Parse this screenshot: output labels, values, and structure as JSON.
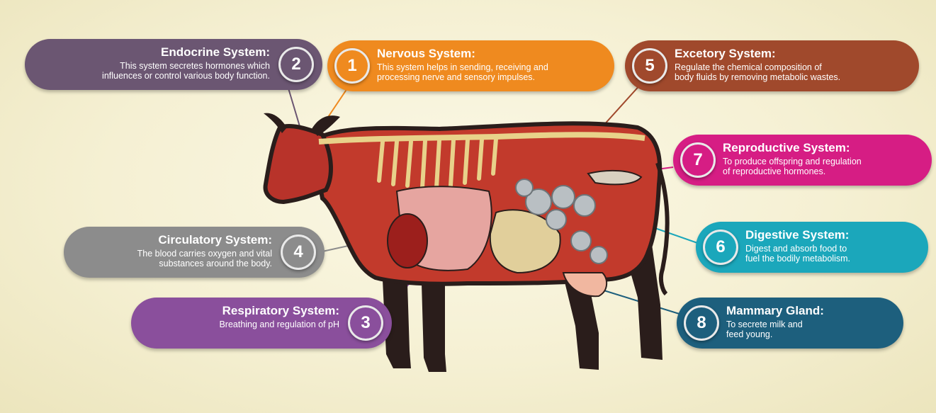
{
  "systems": {
    "nervous": {
      "num": "1",
      "title": "Nervous System:",
      "desc": "This system helps in sending, receiving and\nprocessing nerve and sensory impulses.",
      "color": "#ef8a1f"
    },
    "endocrine": {
      "num": "2",
      "title": "Endocrine System:",
      "desc": "This system secretes hormones which\ninfluences or control various body function.",
      "color": "#6b5672"
    },
    "respiratory": {
      "num": "3",
      "title": "Respiratory System:",
      "desc": "Breathing and regulation of pH",
      "color": "#8a4f9c"
    },
    "circulatory": {
      "num": "4",
      "title": "Circulatory System:",
      "desc": "The blood carries oxygen and vital\nsubstances around the body.",
      "color": "#8c8c8c"
    },
    "excretory": {
      "num": "5",
      "title": "Excetory System:",
      "desc": "Regulate the chemical composition of\nbody fluids by removing metabolic wastes.",
      "color": "#a0492c"
    },
    "digestive": {
      "num": "6",
      "title": "Digestive System:",
      "desc": "Digest and absorb food to\nfuel the bodily metabolism.",
      "color": "#1ba7bb"
    },
    "reproductive": {
      "num": "7",
      "title": "Reproductive System:",
      "desc": "To produce offspring and regulation\nof reproductive hormones.",
      "color": "#d61d84"
    },
    "mammary": {
      "num": "8",
      "title": "Mammary Gland:",
      "desc": "To secrete milk and\nfeed young.",
      "color": "#1d5f7d"
    }
  },
  "illustration": {
    "subject": "cow-anatomy-illustration",
    "body_color": "#c23a2c",
    "outline_color": "#2a1d1b"
  }
}
